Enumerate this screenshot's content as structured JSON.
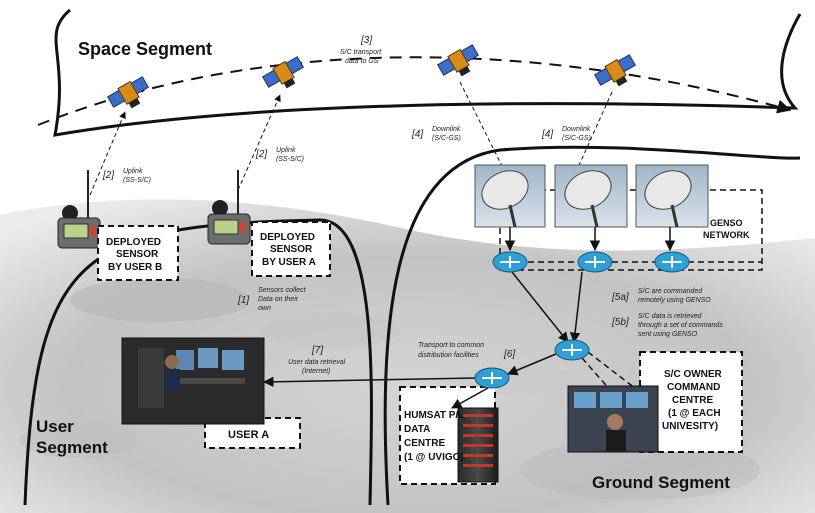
{
  "segments": {
    "space": "Space Segment",
    "ground": "Ground Segment",
    "user_line1": "User",
    "user_line2": "Segment"
  },
  "steps": {
    "s1": {
      "num": "[1]",
      "lines": [
        "Sensors collect",
        "Data on their",
        "own"
      ]
    },
    "s2a": {
      "num": "[2]",
      "lines": [
        "Uplink",
        "(SS-S/C)"
      ]
    },
    "s2b": {
      "num": "[2]",
      "lines": [
        "Uplink",
        "(SS-S/C)"
      ]
    },
    "s3": {
      "num": "[3]",
      "lines": [
        "S/C transport",
        "data to GS"
      ]
    },
    "s4a": {
      "num": "[4]",
      "lines": [
        "Downlink",
        "(S/C-GS)"
      ]
    },
    "s4b": {
      "num": "[4]",
      "lines": [
        "Downlink",
        "(S/C-GS)"
      ]
    },
    "s5a": {
      "num": "[5a]",
      "lines": [
        "S/C are commanded",
        "remotely using GENSO"
      ]
    },
    "s5b": {
      "num": "[5b]",
      "lines": [
        "S/C data is retrieved",
        "through a set of commands",
        "sent using GENSO"
      ]
    },
    "s6": {
      "num": "[6]",
      "lines": [
        "Transport to common",
        "distribution facilities"
      ]
    },
    "s7": {
      "num": "[7]",
      "lines": [
        "User data retrieval",
        "(Internet)"
      ]
    }
  },
  "boxes": {
    "sensor_b": [
      "DEPLOYED",
      "SENSOR",
      "BY USER B"
    ],
    "sensor_a": [
      "DEPLOYED",
      "SENSOR",
      "BY USER A"
    ],
    "genso": [
      "GENSO",
      "NETWORK"
    ],
    "user_a": [
      "USER A"
    ],
    "owner": [
      "S/C OWNER",
      "COMMAND",
      "CENTRE",
      "(1 @ EACH",
      "UNIVESITY)"
    ],
    "humsat": [
      "HUMSAT P/L",
      "DATA",
      "CENTRE",
      "(1 @ UVIGO)"
    ]
  },
  "colors": {
    "router": "#2f9fd8",
    "ground_tint": "#d6d6d6",
    "line": "#111111"
  }
}
